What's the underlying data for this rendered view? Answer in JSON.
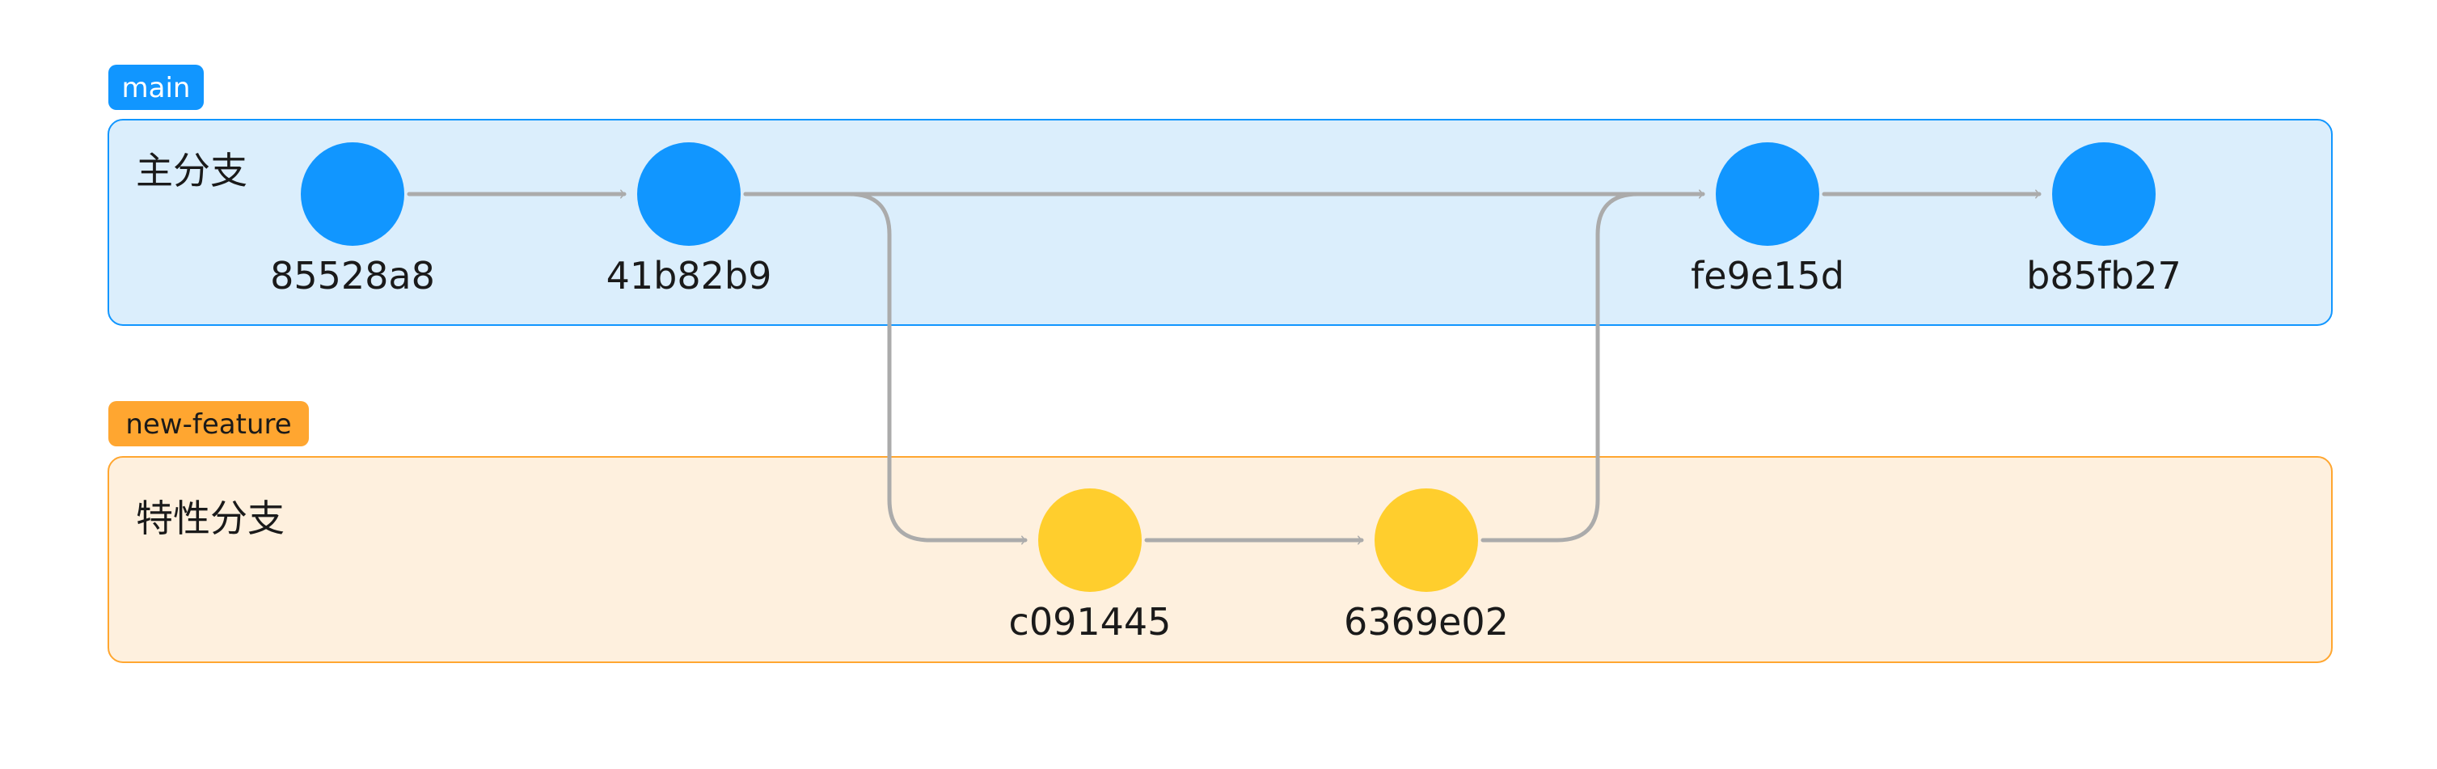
{
  "branches": {
    "main": {
      "tag": "main",
      "title": "主分支",
      "tag_color": "#1196ff",
      "lane_fill": "#dbeefc",
      "lane_stroke": "#1196ff",
      "node_color": "#1196ff"
    },
    "feature": {
      "tag": "new-feature",
      "title": "特性分支",
      "tag_color": "#ffa630",
      "lane_fill": "#fef0de",
      "lane_stroke": "#ffa630",
      "node_color": "#ffce2d"
    }
  },
  "commits": [
    {
      "id": "85528a8",
      "branch": "main"
    },
    {
      "id": "41b82b9",
      "branch": "main"
    },
    {
      "id": "c091445",
      "branch": "feature"
    },
    {
      "id": "6369e02",
      "branch": "feature"
    },
    {
      "id": "fe9e15d",
      "branch": "main"
    },
    {
      "id": "b85fb27",
      "branch": "main"
    }
  ],
  "edges": [
    {
      "from": "85528a8",
      "to": "41b82b9"
    },
    {
      "from": "41b82b9",
      "to": "c091445"
    },
    {
      "from": "41b82b9",
      "to": "fe9e15d"
    },
    {
      "from": "c091445",
      "to": "6369e02"
    },
    {
      "from": "6369e02",
      "to": "fe9e15d"
    },
    {
      "from": "fe9e15d",
      "to": "b85fb27"
    }
  ],
  "edge_color": "#ababab"
}
